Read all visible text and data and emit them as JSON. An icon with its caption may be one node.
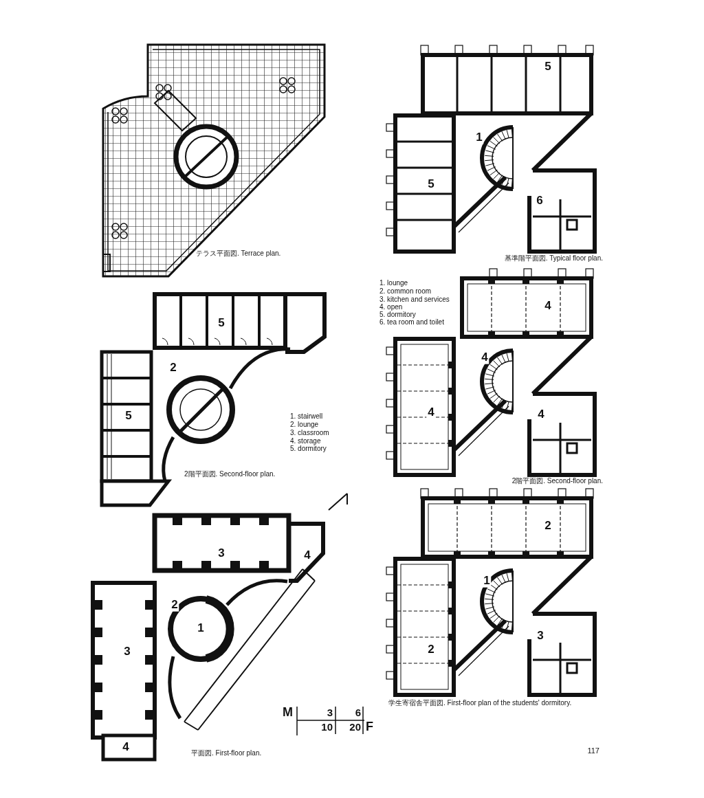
{
  "diagram": {
    "labels": [
      "5",
      "1",
      "5",
      "6",
      "テラス平面図. Terrace plan.",
      "基準階平面図. Typical floor plan.",
      "1. lounge",
      "2. common room",
      "3. kitchen and services",
      "4. open",
      "5. dormitory",
      "6. tea room and toilet",
      "5",
      "4",
      "2",
      "4",
      "5",
      "4",
      "4",
      "1. stairwell",
      "2. lounge",
      "3. classroom",
      "4. storage",
      "5. dormitory",
      "2階平面図. Second-floor plan.",
      "2階平面図. Second-floor plan.",
      "2",
      "3",
      "4",
      "1",
      "2",
      "1",
      "3",
      "2",
      "3",
      "M",
      "3",
      "6",
      "10",
      "20",
      "F",
      "学生寄宿舎平面図. First-floor plan of the students' dormitory.",
      "4",
      "平面図. First-floor plan.",
      "117"
    ]
  }
}
